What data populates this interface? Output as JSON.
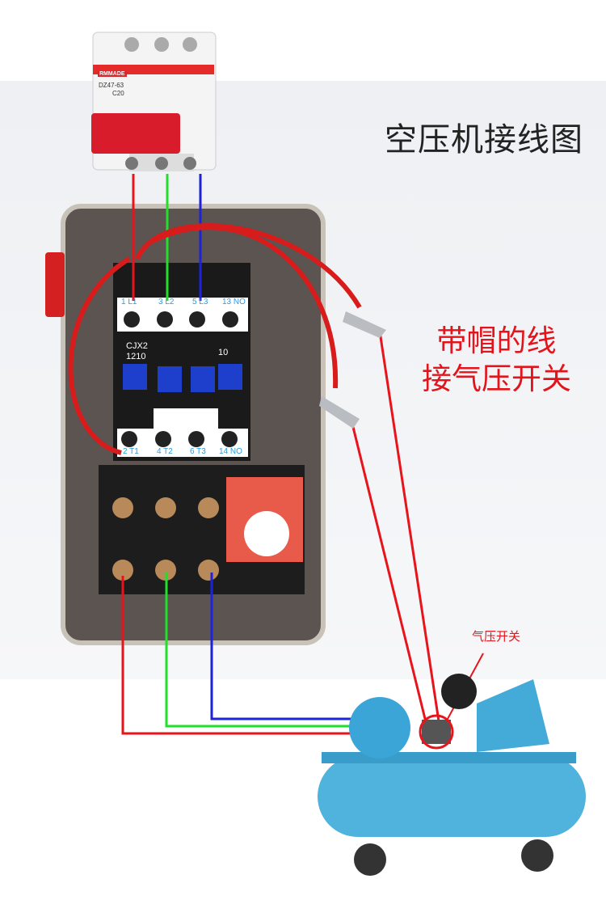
{
  "title": "空压机接线图",
  "note": {
    "line1": "带帽的线",
    "line2": "接气压开关"
  },
  "pressure_switch_label": "气压开关",
  "breaker": {
    "brand": "RMMADE",
    "model": "DZ47-63",
    "rating": "C20"
  },
  "contactor": {
    "model_line1": "CJX2",
    "model_line2": "1210",
    "aux": "10",
    "top_terminals": [
      "1 L1",
      "3 L2",
      "5 L3",
      "13 NO"
    ],
    "bottom_terminals": [
      "2 T1",
      "4 T2",
      "6 T3",
      "14 NO"
    ]
  },
  "colors": {
    "phase1": "#e8141b",
    "phase2": "#22e02a",
    "phase3": "#1c23d8",
    "label_red": "#e3141b",
    "terminal_blue": "#2a9be0",
    "compressor": "#4fb3de"
  }
}
